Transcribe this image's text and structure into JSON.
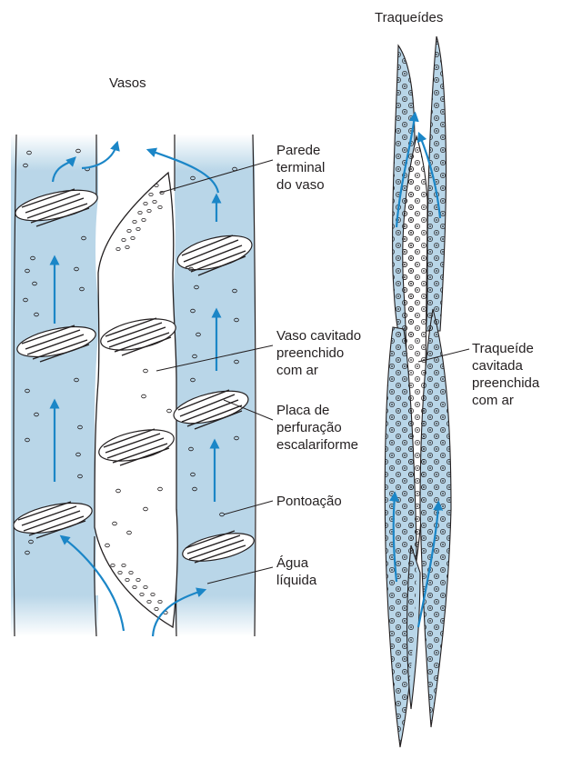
{
  "titles": {
    "vessels": "Vasos",
    "tracheids": "Traqueídes"
  },
  "labels": {
    "end_wall": [
      "Parede",
      "terminal",
      "do vaso"
    ],
    "cavitated_vessel": [
      "Vaso cavitado",
      "preenchido",
      "com ar"
    ],
    "perforation_plate": [
      "Placa de",
      "perfuração",
      "escalariforme"
    ],
    "pit": [
      "Pontoação"
    ],
    "liquid_water": [
      "Água",
      "líquida"
    ],
    "cavitated_tracheid": [
      "Traqueíde",
      "cavitada",
      "preenchida",
      "com ar"
    ]
  },
  "colors": {
    "water_fill": "#b9d6e8",
    "water_fill_light": "#e3eff7",
    "outline": "#231f20",
    "arrow": "#1b86c7",
    "background": "#ffffff"
  },
  "icons": {
    "flow": "up-arrow-icon",
    "pit": "pit-circle-icon",
    "plate": "scalariform-plate-icon"
  }
}
